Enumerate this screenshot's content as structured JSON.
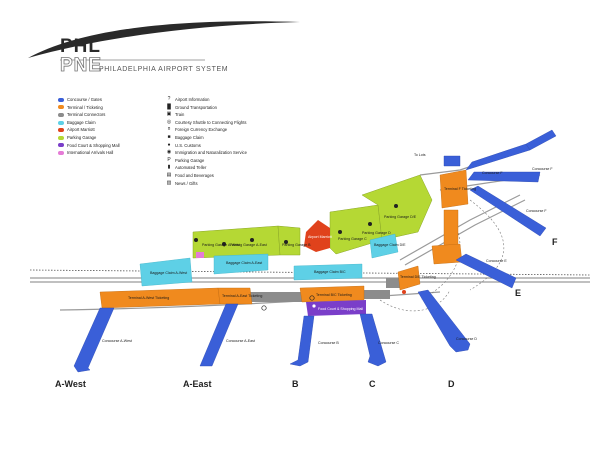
{
  "header": {
    "logo_top": "PHL",
    "logo_bottom": "PNE",
    "subtitle": "PHILADELPHIA AIRPORT SYSTEM"
  },
  "legend_colors": {
    "concourse": "#3a5fd8",
    "terminal": "#f08a1e",
    "connector": "#8c8c8c",
    "baggage": "#5ed0e6",
    "marriott": "#e0421c",
    "parking": "#b5d834",
    "foodcourt": "#7a3ec9",
    "intl": "#e57bd6"
  },
  "legend_left": [
    {
      "label": "Concourse / Gates",
      "color": "#3a5fd8"
    },
    {
      "label": "Terminal / Ticketing",
      "color": "#f08a1e"
    },
    {
      "label": "Terminal Connectors",
      "color": "#8c8c8c"
    },
    {
      "label": "Baggage Claim",
      "color": "#5ed0e6"
    },
    {
      "label": "Airport Marriott",
      "color": "#e0421c"
    },
    {
      "label": "Parking Garage",
      "color": "#b5d834"
    },
    {
      "label": "Food Court & Shopping Mall",
      "color": "#7a3ec9"
    },
    {
      "label": "International Arrivals Hall",
      "color": "#e57bd6"
    }
  ],
  "legend_right": [
    {
      "label": "Airport Information",
      "icon": "info-icon"
    },
    {
      "label": "Ground Transportation",
      "icon": "ground-transport-icon"
    },
    {
      "label": "Train",
      "icon": "train-icon"
    },
    {
      "label": "Courtesy Shuttle to Connecting Flights",
      "icon": "shuttle-icon"
    },
    {
      "label": "Foreign Currency Exchange",
      "icon": "currency-icon"
    },
    {
      "label": "Baggage Claim",
      "icon": "baggage-icon"
    },
    {
      "label": "U.S. Customs",
      "icon": "customs-icon"
    },
    {
      "label": "Immigration and Naturalization Service",
      "icon": "immigration-icon"
    },
    {
      "label": "Parking Garage",
      "icon": "parking-icon"
    },
    {
      "label": "Automated Teller",
      "icon": "atm-icon"
    },
    {
      "label": "Food and Beverages",
      "icon": "food-icon"
    },
    {
      "label": "News / Gifts",
      "icon": "gifts-icon"
    }
  ],
  "concourse_labels": {
    "a_west": "A-West",
    "a_east": "A-East",
    "b": "B",
    "c": "C",
    "d": "D",
    "e": "E",
    "f": "F"
  },
  "map_labels": {
    "baggage_a_west": "Baggage Claim A-West",
    "baggage_a_east": "Baggage Claim A-East",
    "baggage_bc": "Baggage Claim B/C",
    "baggage_de": "Baggage Claim D/E",
    "terminal_a_west": "Terminal A-West Ticketing",
    "terminal_a_east": "Terminal A-East Ticketing",
    "terminal_bc": "Terminal B/C Ticketing",
    "terminal_de": "Terminal D/E Ticketing",
    "terminal_f": "Terminal F Ticketing",
    "food_court": "Food Court & Shopping Mall",
    "marriott": "Airport Marriott",
    "garage_a_west": "Parking Garage A-West",
    "garage_a_east": "Parking Garage A-East",
    "garage_b": "Parking Garage B",
    "garage_c": "Parking Garage C",
    "garage_d": "Parking Garage D",
    "garage_de": "Parking Garage D/E",
    "concourse_a_west": "Concourse A-West",
    "concourse_a_east": "Concourse A-East",
    "concourse_b": "Concourse B",
    "concourse_c": "Concourse C",
    "concourse_d": "Concourse D",
    "concourse_e": "Concourse E",
    "concourse_f1": "Concourse F",
    "concourse_f2": "Concourse F",
    "concourse_f3": "Concourse F",
    "to_lots": "To Lots"
  }
}
